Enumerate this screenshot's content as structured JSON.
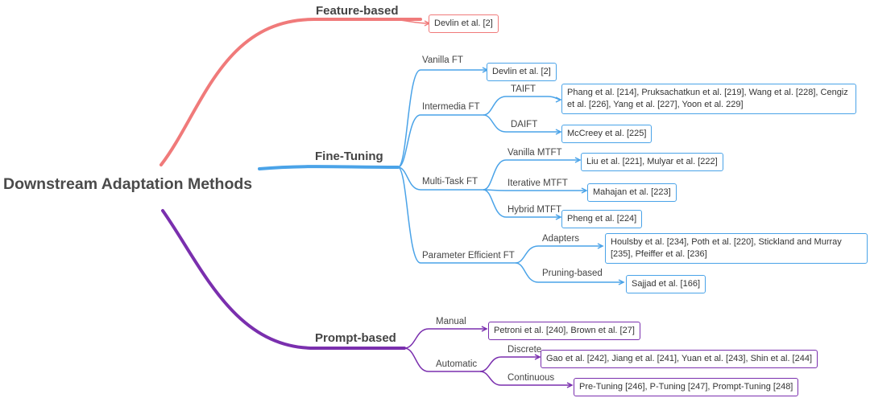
{
  "title": "Downstream Adaptation Methods",
  "colors": {
    "feature": "#f07a7a",
    "fine_tuning": "#4aa3e8",
    "prompt": "#7a2fae"
  },
  "categories": {
    "feature_based": {
      "label": "Feature-based",
      "refs": "Devlin et al. [2]"
    },
    "fine_tuning": {
      "label": "Fine-Tuning",
      "vanilla_ft": {
        "label": "Vanilla FT",
        "refs": "Devlin et al. [2]"
      },
      "intermedia_ft": {
        "label": "Intermedia FT",
        "taift": {
          "label": "TAIFT",
          "refs": "Phang et al. [214], Pruksachatkun et al. [219], Wang et al. [228], Cengiz et al. [226],  Yang et al. [227],  Yoon et al. 229]"
        },
        "daift": {
          "label": "DAIFT",
          "refs": "McCreey et al. [225]"
        }
      },
      "multi_task_ft": {
        "label": "Multi-Task FT",
        "vanilla_mtft": {
          "label": "Vanilla MTFT",
          "refs": "Liu et al. [221], Mulyar et al. [222]"
        },
        "iterative_mtft": {
          "label": "Iterative MTFT",
          "refs": "Mahajan et al. [223]"
        },
        "hybrid_mtft": {
          "label": "Hybrid MTFT",
          "refs": "Pheng et al. [224]"
        }
      },
      "parameter_efficient_ft": {
        "label": "Parameter Efficient FT",
        "adapters": {
          "label": "Adapters",
          "refs": "Houlsby et al. [234], Poth et al. [220], Stickland and Murray [235], Pfeiffer et al. [236]"
        },
        "pruning_based": {
          "label": "Pruning-based",
          "refs": "Sajjad et al. [166]"
        }
      }
    },
    "prompt_based": {
      "label": "Prompt-based",
      "manual": {
        "label": "Manual",
        "refs": "Petroni et al. [240], Brown et al. [27]"
      },
      "automatic": {
        "label": "Automatic",
        "discrete": {
          "label": "Discrete",
          "refs": "Gao et al. [242], Jiang et al. [241], Yuan et al. [243], Shin et al. [244]"
        },
        "continuous": {
          "label": "Continuous",
          "refs": "Pre-Tuning [246], P-Tuning [247], Prompt-Tuning [248]"
        }
      }
    }
  }
}
